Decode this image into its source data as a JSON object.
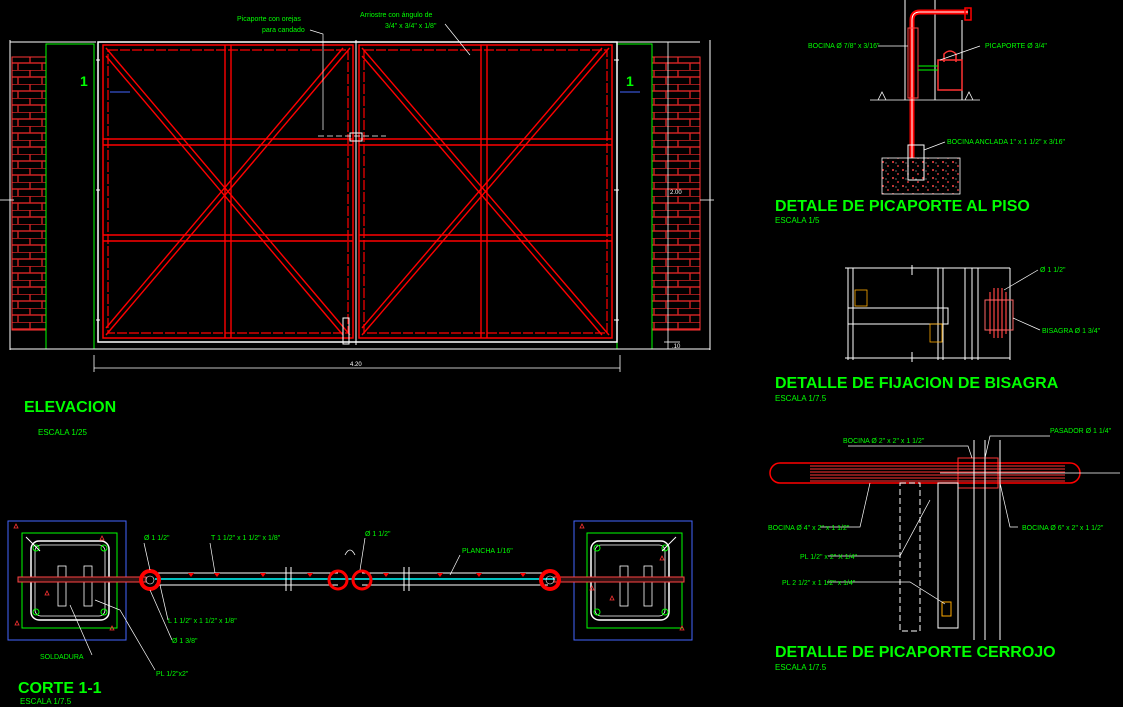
{
  "elevation": {
    "title": "ELEVACION",
    "scale": "ESCALA 1/25",
    "note_latch": [
      "Picaporte con orejas",
      "para candado"
    ],
    "note_brace": [
      "Arriostre con ángulo de",
      "3/4\" x 3/4\" x 1/8\""
    ],
    "axis_left": "1",
    "axis_right": "1",
    "height_dim": "2.00",
    "width_dim": "4.20",
    "base_dim": ".10"
  },
  "section": {
    "title": "CORTE 1-1",
    "scale": "ESCALA 1/7.5",
    "labels": {
      "d1": "Ø 1 1/2\"",
      "t": "T 1 1/2\" x 1 1/2\" x 1/8\"",
      "d2": "Ø 1 1/2\"",
      "plate": "PLANCHA 1/16\"",
      "angle": "L 1 1/2\" x 1 1/2\" x 1/8\"",
      "d3": "Ø 1 3/8\"",
      "weld": "SOLDADURA",
      "pl": "PL 1/2\"x2\""
    }
  },
  "floor_latch": {
    "title": "DETALE DE PICAPORTE AL PISO",
    "scale": "ESCALA 1/5",
    "labels": {
      "bushing": "BOCINA Ø 7/8\" x 3/16\"",
      "latch": "PICAPORTE Ø 3/4\"",
      "anchored": "BOCINA ANCLADA 1\" x 1 1/2\" x 3/16\""
    }
  },
  "hinge": {
    "title": "DETALLE DE FIJACION DE BISAGRA",
    "scale": "ESCALA 1/7.5",
    "labels": {
      "d": "Ø 1 1/2\"",
      "hinge": "BISAGRA Ø 1 3/4\""
    }
  },
  "bolt": {
    "title": "DETALLE DE PICAPORTE CERROJO",
    "scale": "ESCALA 1/7.5",
    "labels": {
      "bush_top": "BOCINA Ø 2\" x 2\" x 1 1/2\"",
      "pin": "PASADOR Ø 1 1/4\"",
      "bush_left": "BOCINA Ø 4\" x 2\" x 1 1/2\"",
      "bush_right": "BOCINA Ø 6\" x 2\" x 1 1/2\"",
      "pl1": "PL 1/2\" x 2\" X 1/4\"",
      "pl2": "PL 2 1/2\" x 1 1/2\" x 1/4\""
    }
  },
  "colors": {
    "background": "#000000",
    "text": "#00ff00",
    "steel": "#ff0000",
    "line": "#ffffff",
    "brick": "#cc2222",
    "detail": "#00ffff",
    "dim": "#4466ff"
  }
}
